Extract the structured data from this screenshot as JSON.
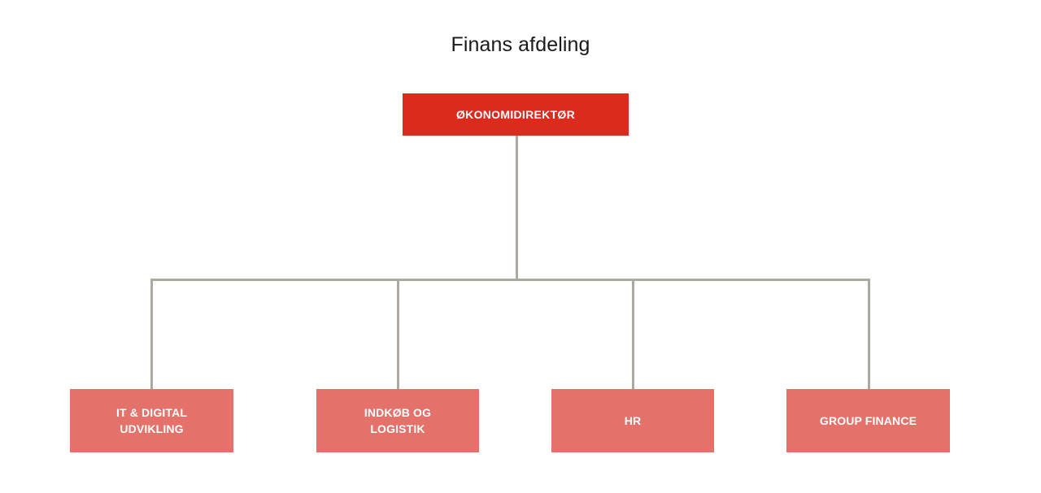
{
  "chart_data": {
    "type": "diagram",
    "diagram_type": "org-chart",
    "title": "Finans afdeling",
    "orientation": "top-down",
    "levels": 2,
    "nodes": [
      {
        "id": "root",
        "label": "ØKONOMIDIREKTØR",
        "level": 0,
        "color": "#dc2a1c",
        "text_color": "#ffffff",
        "parent": null
      },
      {
        "id": "it-digital-udvikling",
        "label": "IT & DIGITAL\nUDVIKLING",
        "level": 1,
        "color": "#e5726a",
        "text_color": "#ffffff",
        "parent": "root"
      },
      {
        "id": "indkob-og-logistik",
        "label": "INDKØB OG\nLOGISTIK",
        "level": 1,
        "color": "#e5726a",
        "text_color": "#ffffff",
        "parent": "root"
      },
      {
        "id": "hr",
        "label": "HR",
        "level": 1,
        "color": "#e5726a",
        "text_color": "#ffffff",
        "parent": "root"
      },
      {
        "id": "group-finance",
        "label": "GROUP FINANCE",
        "level": 1,
        "color": "#e5726a",
        "text_color": "#ffffff",
        "parent": "root"
      }
    ],
    "edges": [
      {
        "from": "root",
        "to": "it-digital-udvikling"
      },
      {
        "from": "root",
        "to": "indkob-og-logistik"
      },
      {
        "from": "root",
        "to": "hr"
      },
      {
        "from": "root",
        "to": "group-finance"
      }
    ]
  },
  "page": {
    "title": "Finans afdeling",
    "background": "#ffffff"
  },
  "colors": {
    "root_fill": "#dc2a1c",
    "leaf_fill": "#e5726a",
    "connector": "#aba9a0",
    "title_text": "#1a1a1a",
    "node_text": "#ffffff",
    "background": "#ffffff"
  },
  "root": {
    "label": "ØKONOMIDIREKTØR"
  },
  "children": [
    {
      "label": "IT & DIGITAL\nUDVIKLING"
    },
    {
      "label": "INDKØB OG\nLOGISTIK"
    },
    {
      "label": "HR"
    },
    {
      "label": "GROUP FINANCE"
    }
  ]
}
